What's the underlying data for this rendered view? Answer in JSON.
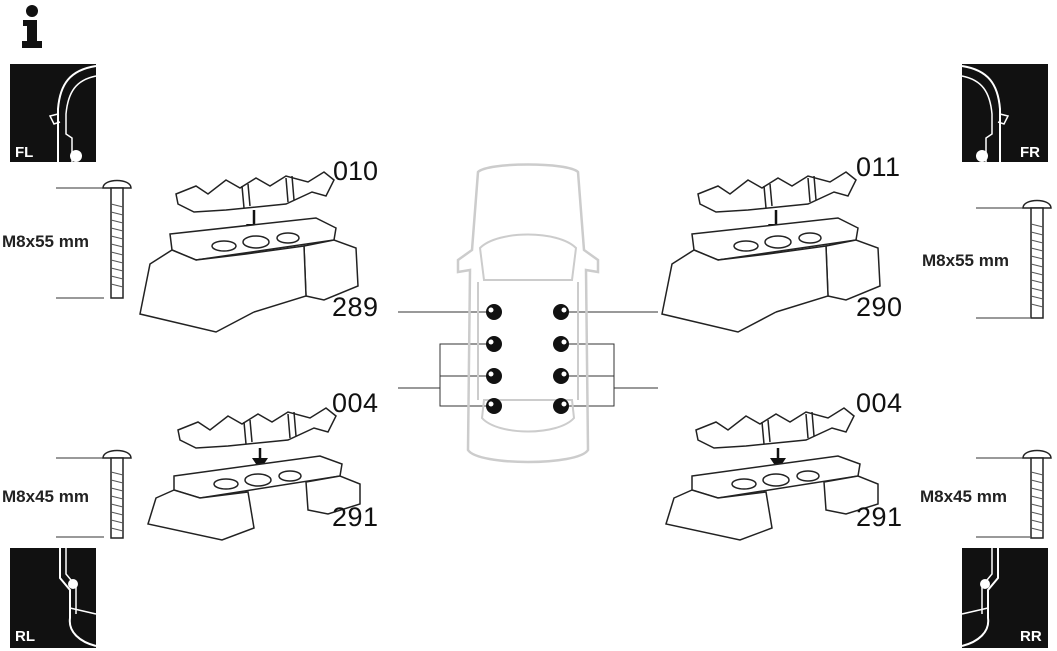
{
  "corners": {
    "fl": "FL",
    "fr": "FR",
    "rl": "RL",
    "rr": "RR"
  },
  "front_left": {
    "top_part": "010",
    "base_part": "289",
    "bolt": "M8x55 mm"
  },
  "front_right": {
    "top_part": "011",
    "base_part": "290",
    "bolt": "M8x55 mm"
  },
  "rear_left": {
    "top_part": "004",
    "base_part": "291",
    "bolt": "M8x45 mm"
  },
  "rear_right": {
    "top_part": "004",
    "base_part": "291",
    "bolt": "M8x45 mm"
  },
  "icons": {
    "info": "info-icon",
    "car": "car-top-view-icon",
    "bolt": "bolt-icon",
    "foot": "roof-rack-foot-icon",
    "clamp": "clamp-bracket-icon"
  }
}
